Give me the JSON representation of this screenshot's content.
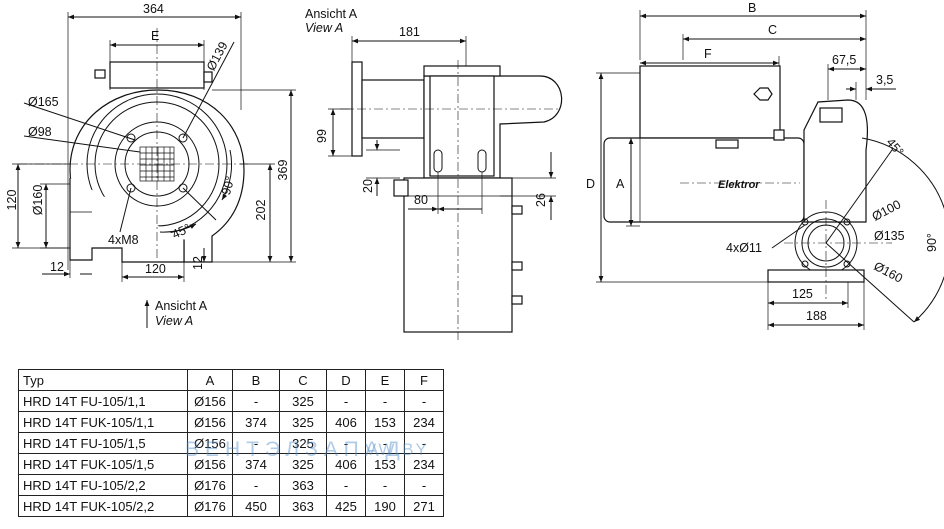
{
  "front_view": {
    "labels": {
      "dim_width": "364",
      "dim_e": "E",
      "dim_d139": "Ø139",
      "dim_d165": "Ø165",
      "dim_d98": "Ø98",
      "dim_120_left": "120",
      "dim_d160": "Ø160",
      "dim_369": "369",
      "dim_202": "202",
      "dim_90": "90°",
      "dim_45": "45°",
      "dim_4xm8": "4xM8",
      "dim_12_left": "12",
      "dim_120_bottom": "120",
      "dim_12_bottom": "12",
      "view_de": "Ansicht A",
      "view_en": "View A"
    }
  },
  "side_view": {
    "labels": {
      "view_de": "Ansicht A",
      "view_en": "View A",
      "dim_181": "181",
      "dim_99": "99",
      "dim_20": "20",
      "dim_80": "80",
      "dim_26": "26"
    }
  },
  "right_view": {
    "labels": {
      "dim_b": "B",
      "dim_c": "C",
      "dim_f": "F",
      "dim_67_5": "67,5",
      "dim_3_5": "3,5",
      "dim_d": "D",
      "dim_a": "A",
      "brand": "Elektror",
      "dim_45": "45°",
      "dim_d100": "Ø100",
      "dim_d135": "Ø135",
      "dim_d160": "Ø160",
      "dim_90": "90°",
      "dim_4x11": "4xØ11",
      "dim_125": "125",
      "dim_188": "188"
    }
  },
  "spec_table": {
    "headers": [
      "Typ",
      "A",
      "B",
      "C",
      "D",
      "E",
      "F"
    ],
    "rows": [
      [
        "HRD 14T FU-105/1,1",
        "Ø156",
        "-",
        "325",
        "-",
        "-",
        "-"
      ],
      [
        "HRD 14T FUK-105/1,1",
        "Ø156",
        "374",
        "325",
        "406",
        "153",
        "234"
      ],
      [
        "HRD 14T FU-105/1,5",
        "Ø156",
        "-",
        "325",
        "-",
        "-",
        "-"
      ],
      [
        "HRD 14T FUK-105/1,5",
        "Ø156",
        "374",
        "325",
        "406",
        "153",
        "234"
      ],
      [
        "HRD 14T FU-105/2,2",
        "Ø176",
        "-",
        "363",
        "-",
        "-",
        "-"
      ],
      [
        "HRD 14T FUK-105/2,2",
        "Ø176",
        "450",
        "363",
        "425",
        "190",
        "271"
      ]
    ]
  },
  "watermark": {
    "text": "ВЕНТЭЛЗАПАД",
    "domain": "VW.BY"
  }
}
